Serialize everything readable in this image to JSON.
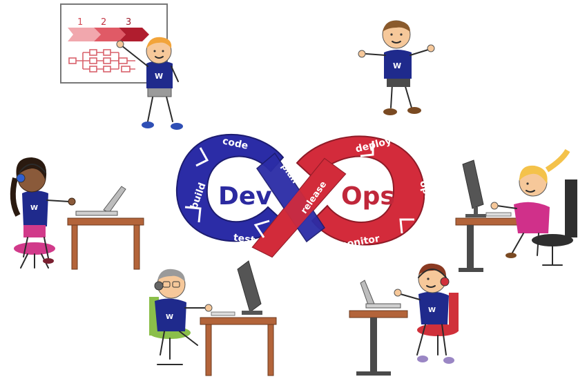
{
  "colors": {
    "blue": "#2b2ca6",
    "red": "#d32b3b",
    "darkred": "#a11d2c",
    "shirt": "#1f2a8c",
    "desk": "#b3643a",
    "chair_green": "#8bbf4a",
    "chair_red": "#d0303a",
    "chair_pink": "#d13a8a",
    "chair_gray": "#3a3a3a"
  },
  "loop": {
    "left_word": "Dev",
    "right_word": "Ops",
    "stages": {
      "code": "code",
      "build": "build",
      "test": "test",
      "plan": "plan",
      "release": "release",
      "deploy": "deploy",
      "operate": "operate",
      "monitor": "monitor"
    }
  },
  "whiteboard": {
    "steps": [
      "1",
      "2",
      "3"
    ]
  },
  "icons": {
    "logo": "w-logo-icon",
    "headset": "headset-icon",
    "monitor": "computer-monitor-icon",
    "laptop": "laptop-icon"
  }
}
